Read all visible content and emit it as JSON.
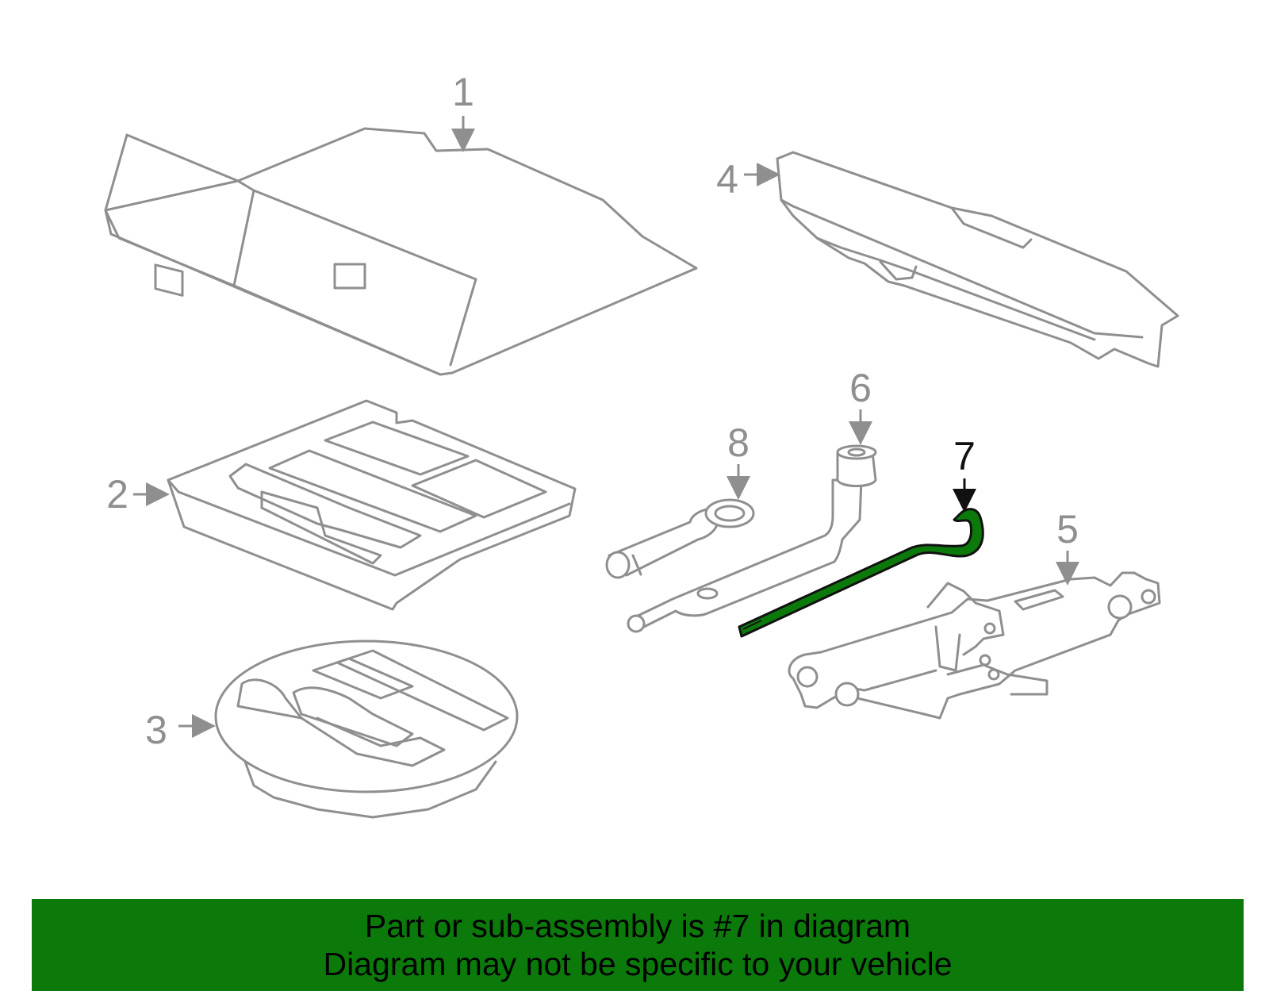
{
  "callouts": {
    "c1": "1",
    "c2": "2",
    "c3": "3",
    "c4": "4",
    "c5": "5",
    "c6": "6",
    "c7": "7",
    "c8": "8"
  },
  "highlighted_part": "7",
  "colors": {
    "part_stroke": "#8f8f8f",
    "highlight_fill": "#0b7a0b",
    "banner_background": "#0b7a0b",
    "banner_text": "#000000"
  },
  "footer": {
    "line1": "Part or sub-assembly is #7 in diagram",
    "line2": "Diagram may not be specific to your vehicle"
  }
}
